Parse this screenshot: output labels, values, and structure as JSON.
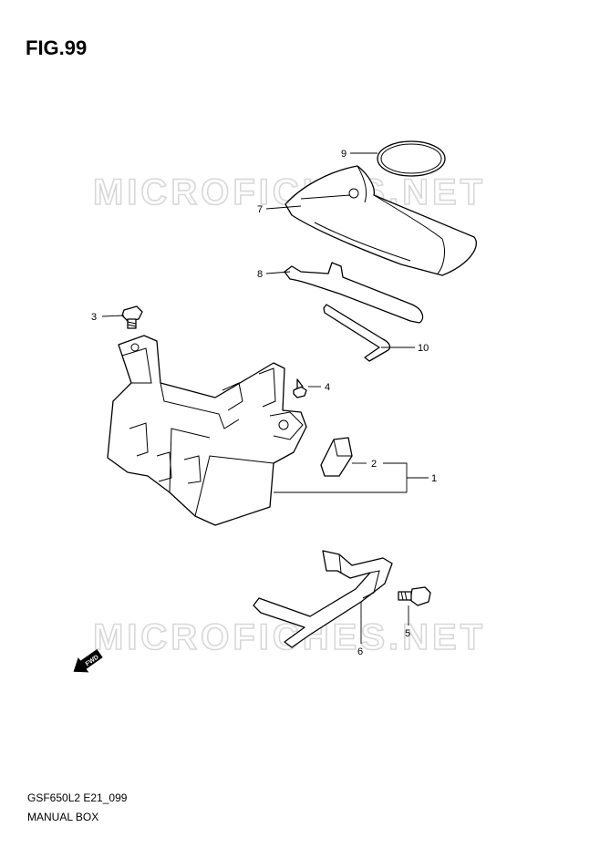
{
  "figure": {
    "title": "FIG.99"
  },
  "footer": {
    "code": "GSF650L2 E21_099",
    "caption": "MANUAL BOX"
  },
  "watermark": {
    "text": "MICROFICHES.NET"
  },
  "fwd_arrow": {
    "label": "FWD"
  },
  "callouts": [
    "1",
    "2",
    "3",
    "4",
    "5",
    "6",
    "7",
    "8",
    "9",
    "10"
  ]
}
